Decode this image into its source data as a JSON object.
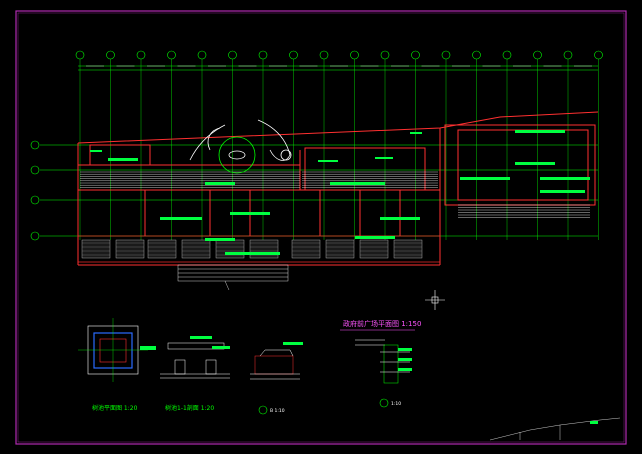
{
  "drawing": {
    "plan_title": "政府前广场平面图 1:150",
    "detail_captions": [
      "树池平面图 1:20",
      "树池1-1剖面 1:20",
      "B 1:10",
      "1:10"
    ],
    "colors": {
      "background": "#000000",
      "border": "#b02ab0",
      "grid_lines": "#00ff00",
      "walls": "#ff3030",
      "stairs": "#ffffff",
      "callouts": "#00ff40",
      "title_text": "#ff55ff",
      "detail_text": "#00ff00",
      "text_white": "#ffffff",
      "paving": "#c8c8c8",
      "blue_accent": "#2a6bff"
    }
  }
}
